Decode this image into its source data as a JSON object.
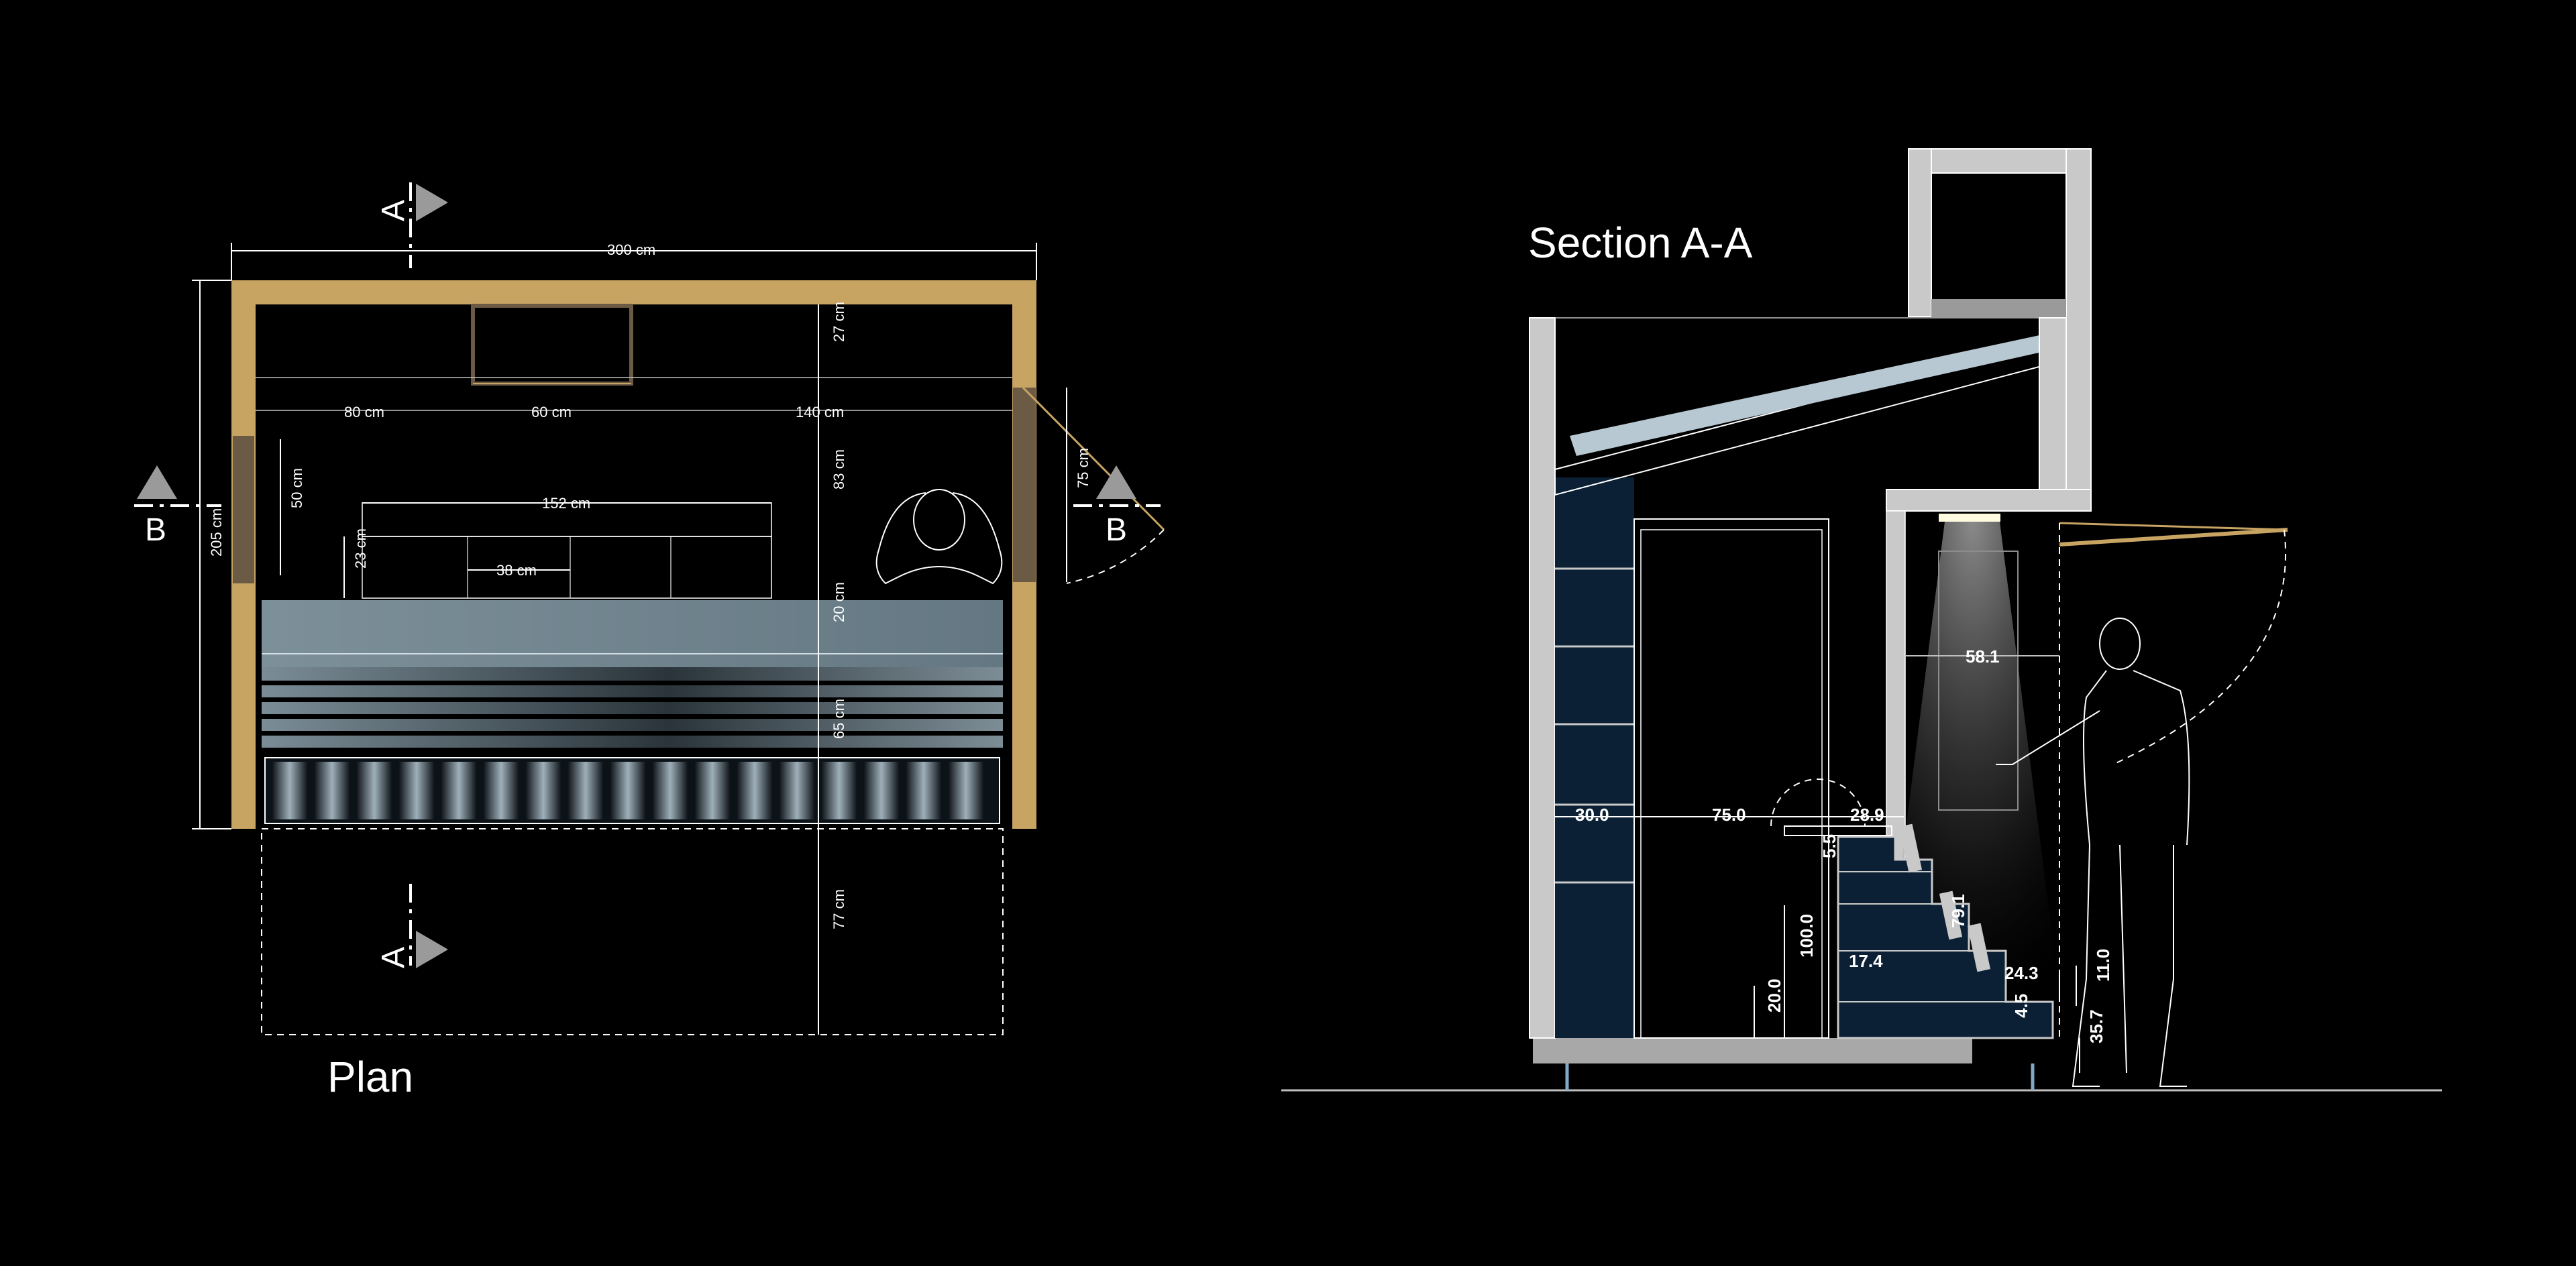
{
  "plan": {
    "title": "Plan",
    "dims": {
      "width_total": "300 cm",
      "depth_total": "205 cm",
      "window_left": "80 cm",
      "window_width": "60 cm",
      "window_right": "140 cm",
      "back_depth": "27 cm",
      "side_window": "50 cm",
      "desk_width": "152 cm",
      "desk_step": "23 cm",
      "drawer": "38 cm",
      "aisle": "83 cm",
      "counter": "20 cm",
      "seating": "65 cm",
      "front": "77 cm",
      "door": "75 cm"
    },
    "cut_a_top": "A",
    "cut_a_bottom": "A",
    "cut_b_left": "B",
    "cut_b_right": "B"
  },
  "section": {
    "title": "Section A-A",
    "dims": {
      "shelf_depth": "30.0",
      "door_width": "75.0",
      "step_top": "28.9",
      "rise": "5.5",
      "height_100": "100.0",
      "tread": "17.4",
      "stair_height": "79.1",
      "tread_low": "24.3",
      "base": "20.0",
      "lip": "4.5",
      "ledge": "11.0",
      "plinth": "35.7",
      "window_h": "58.1"
    }
  },
  "colors": {
    "wood": "#c8a463",
    "wood_dark": "#6b5a44",
    "glass": "#7f939d",
    "navy": "#0b2035",
    "wall": "#c9c9c9"
  }
}
